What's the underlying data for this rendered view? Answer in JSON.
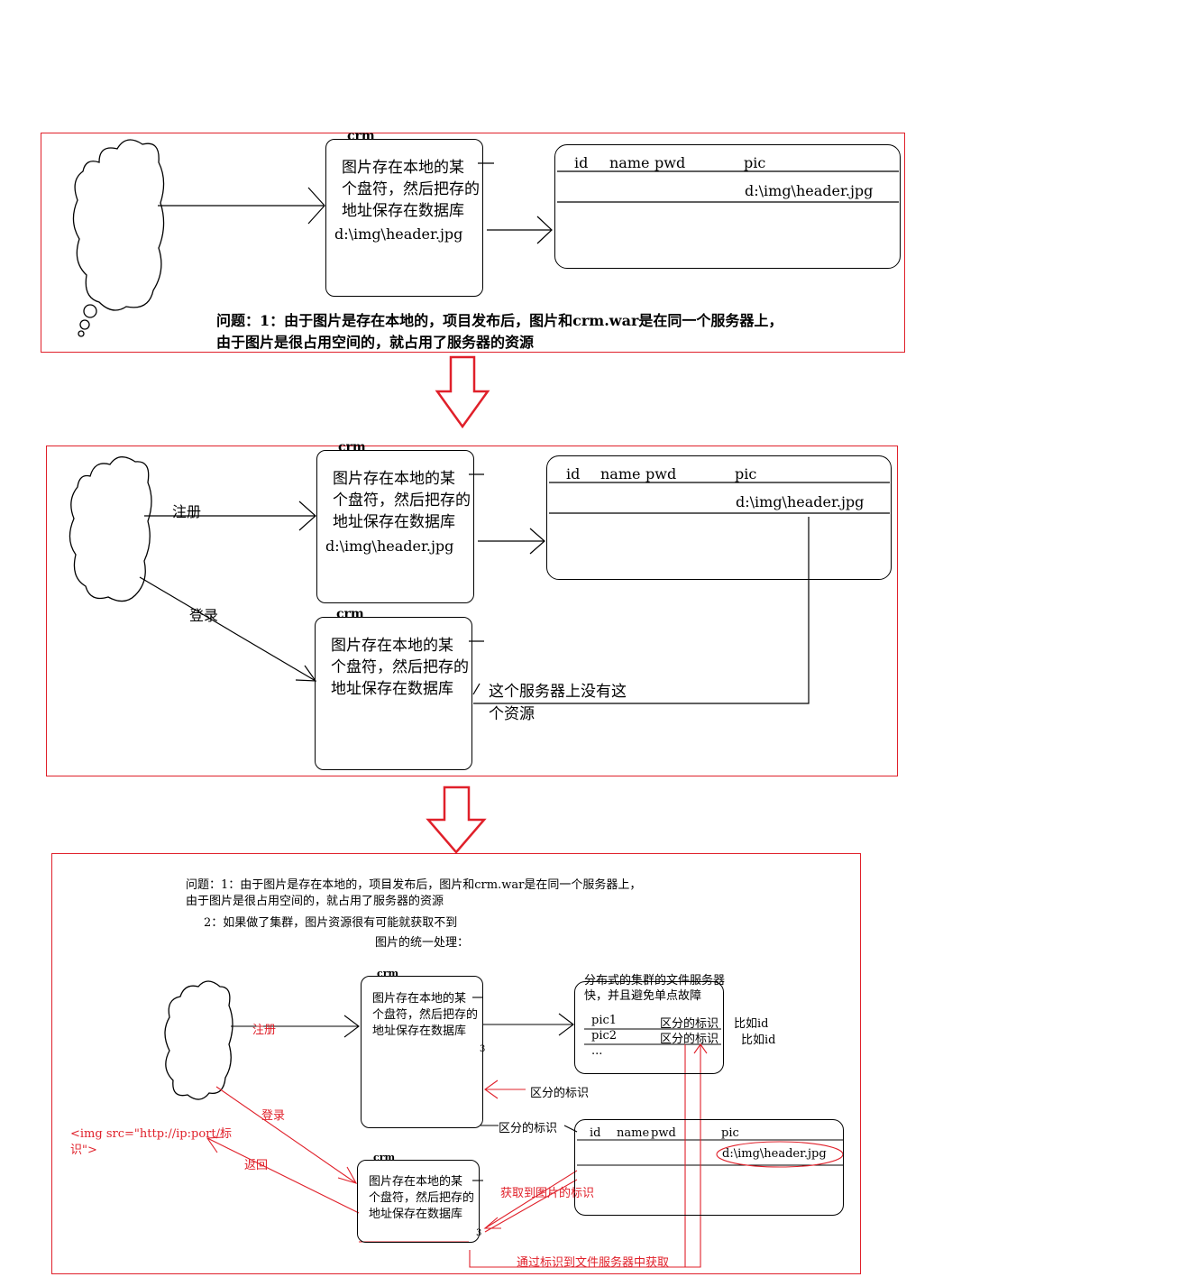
{
  "crm_label": "crm",
  "crm_text_1": "图片存在本地的某",
  "crm_text_2": "个盘符，然后把存的",
  "crm_text_3": "地址保存在数据库",
  "crm_path": "d:\\img\\header.jpg",
  "table": {
    "col_id": "id",
    "col_name": "name",
    "col_pwd": "pwd",
    "col_pic": "pic",
    "cell_pic": "d:\\img\\header.jpg"
  },
  "section1": {
    "problem_line1": "问题：1：由于图片是存在本地的，项目发布后，图片和crm.war是在同一个服务器上，",
    "problem_line2": "由于图片是很占用空间的，就占用了服务器的资源"
  },
  "section2": {
    "register": "注册",
    "login": "登录",
    "no_resource_1": "这个服务器上没有这",
    "no_resource_2": "个资源"
  },
  "section3": {
    "problem_line1": "问题：1：由于图片是存在本地的，项目发布后，图片和crm.war是在同一个服务器上，",
    "problem_line2": "由于图片是很占用空间的，就占用了服务器的资源",
    "problem_line3": "2：如果做了集群，图片资源很有可能就获取不到",
    "unified": "图片的统一处理：",
    "fs_title_1": "分布式的集群的文件服务器",
    "fs_title_2": "快，并且避免单点故障",
    "pic1": "pic1",
    "pic2": "pic2",
    "ellipsis": "...",
    "distinct_id": "区分的标识",
    "e_g_id_1": "比如id",
    "e_g_id_2": "比如id",
    "register": "注册",
    "login": "登录",
    "return": "返回",
    "img_tag_1": "<img src=\"http://ip:port/标",
    "img_tag_2": "识\">",
    "arrow_id_1": "区分的标识",
    "arrow_id_2": "区分的标识",
    "get_id": "获取到图片的标识",
    "fetch_via_id": "通过标识到文件服务器中获取",
    "small_3a": "3",
    "small_3b": "3"
  }
}
